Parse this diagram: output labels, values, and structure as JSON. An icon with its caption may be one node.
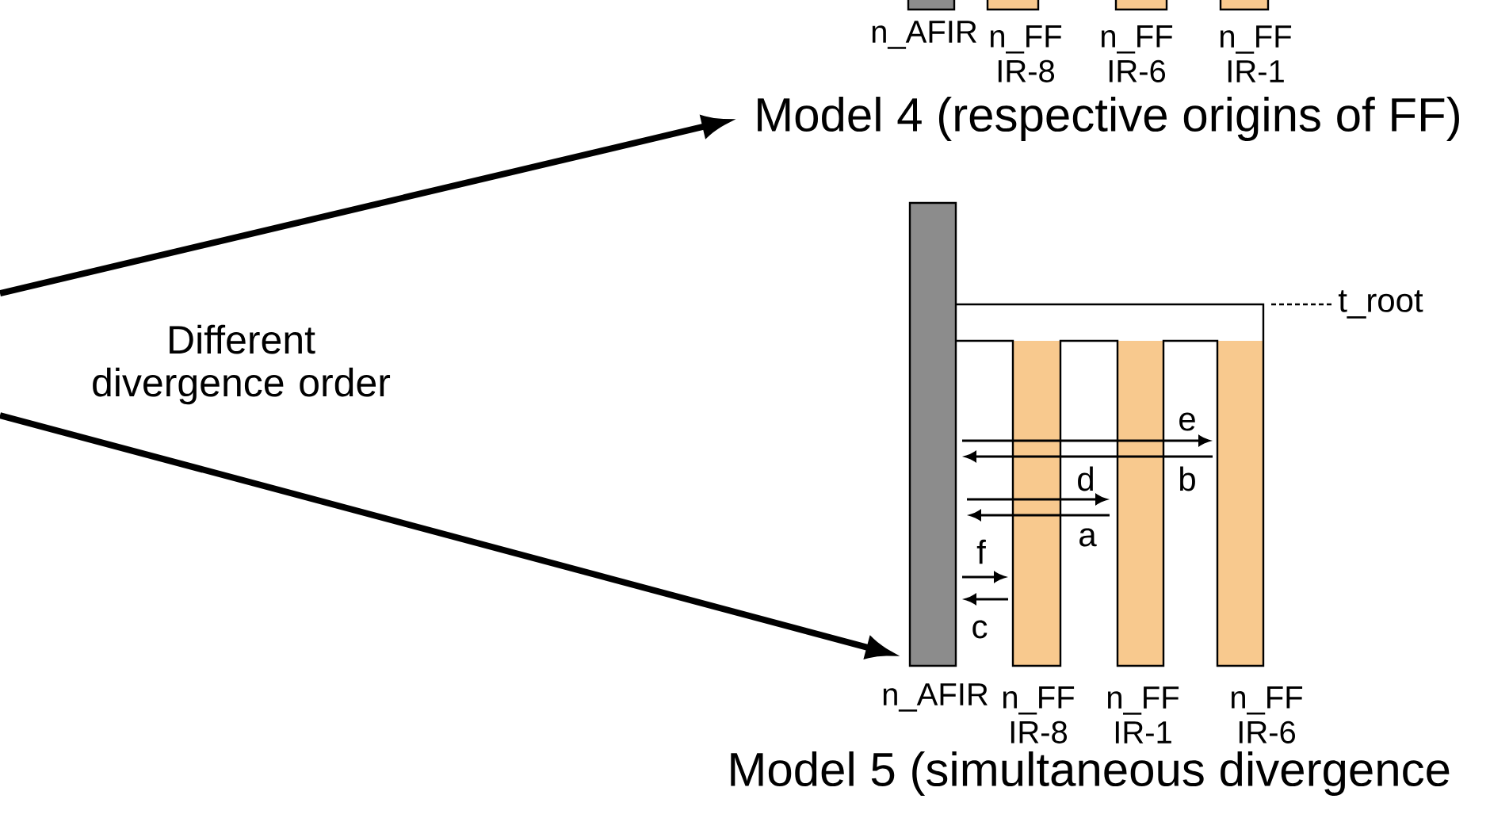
{
  "diagram": {
    "nodes": [
      {
        "text": [
          "Model 4 (respective origins of FF)"
        ]
      },
      {
        "text": [],
        "shape": "picture"
      }
    ],
    "edges": [
      {
        "from": null,
        "to": 0,
        "arrow": "to"
      },
      {
        "from": null,
        "to": 1,
        "arrow": "to"
      }
    ],
    "labels": [
      "n_AFIR",
      "n_FF IR-8",
      "n_FF IR-6",
      "n_FF IR-1",
      "Different divergence order",
      "t_root",
      "e",
      "d",
      "b",
      "a",
      "f",
      "c",
      "n_AFIR",
      "n_FF IR-8",
      "n_FF IR-1",
      "n_FF IR-6",
      "Model 5 (simultaneous divergence"
    ]
  }
}
